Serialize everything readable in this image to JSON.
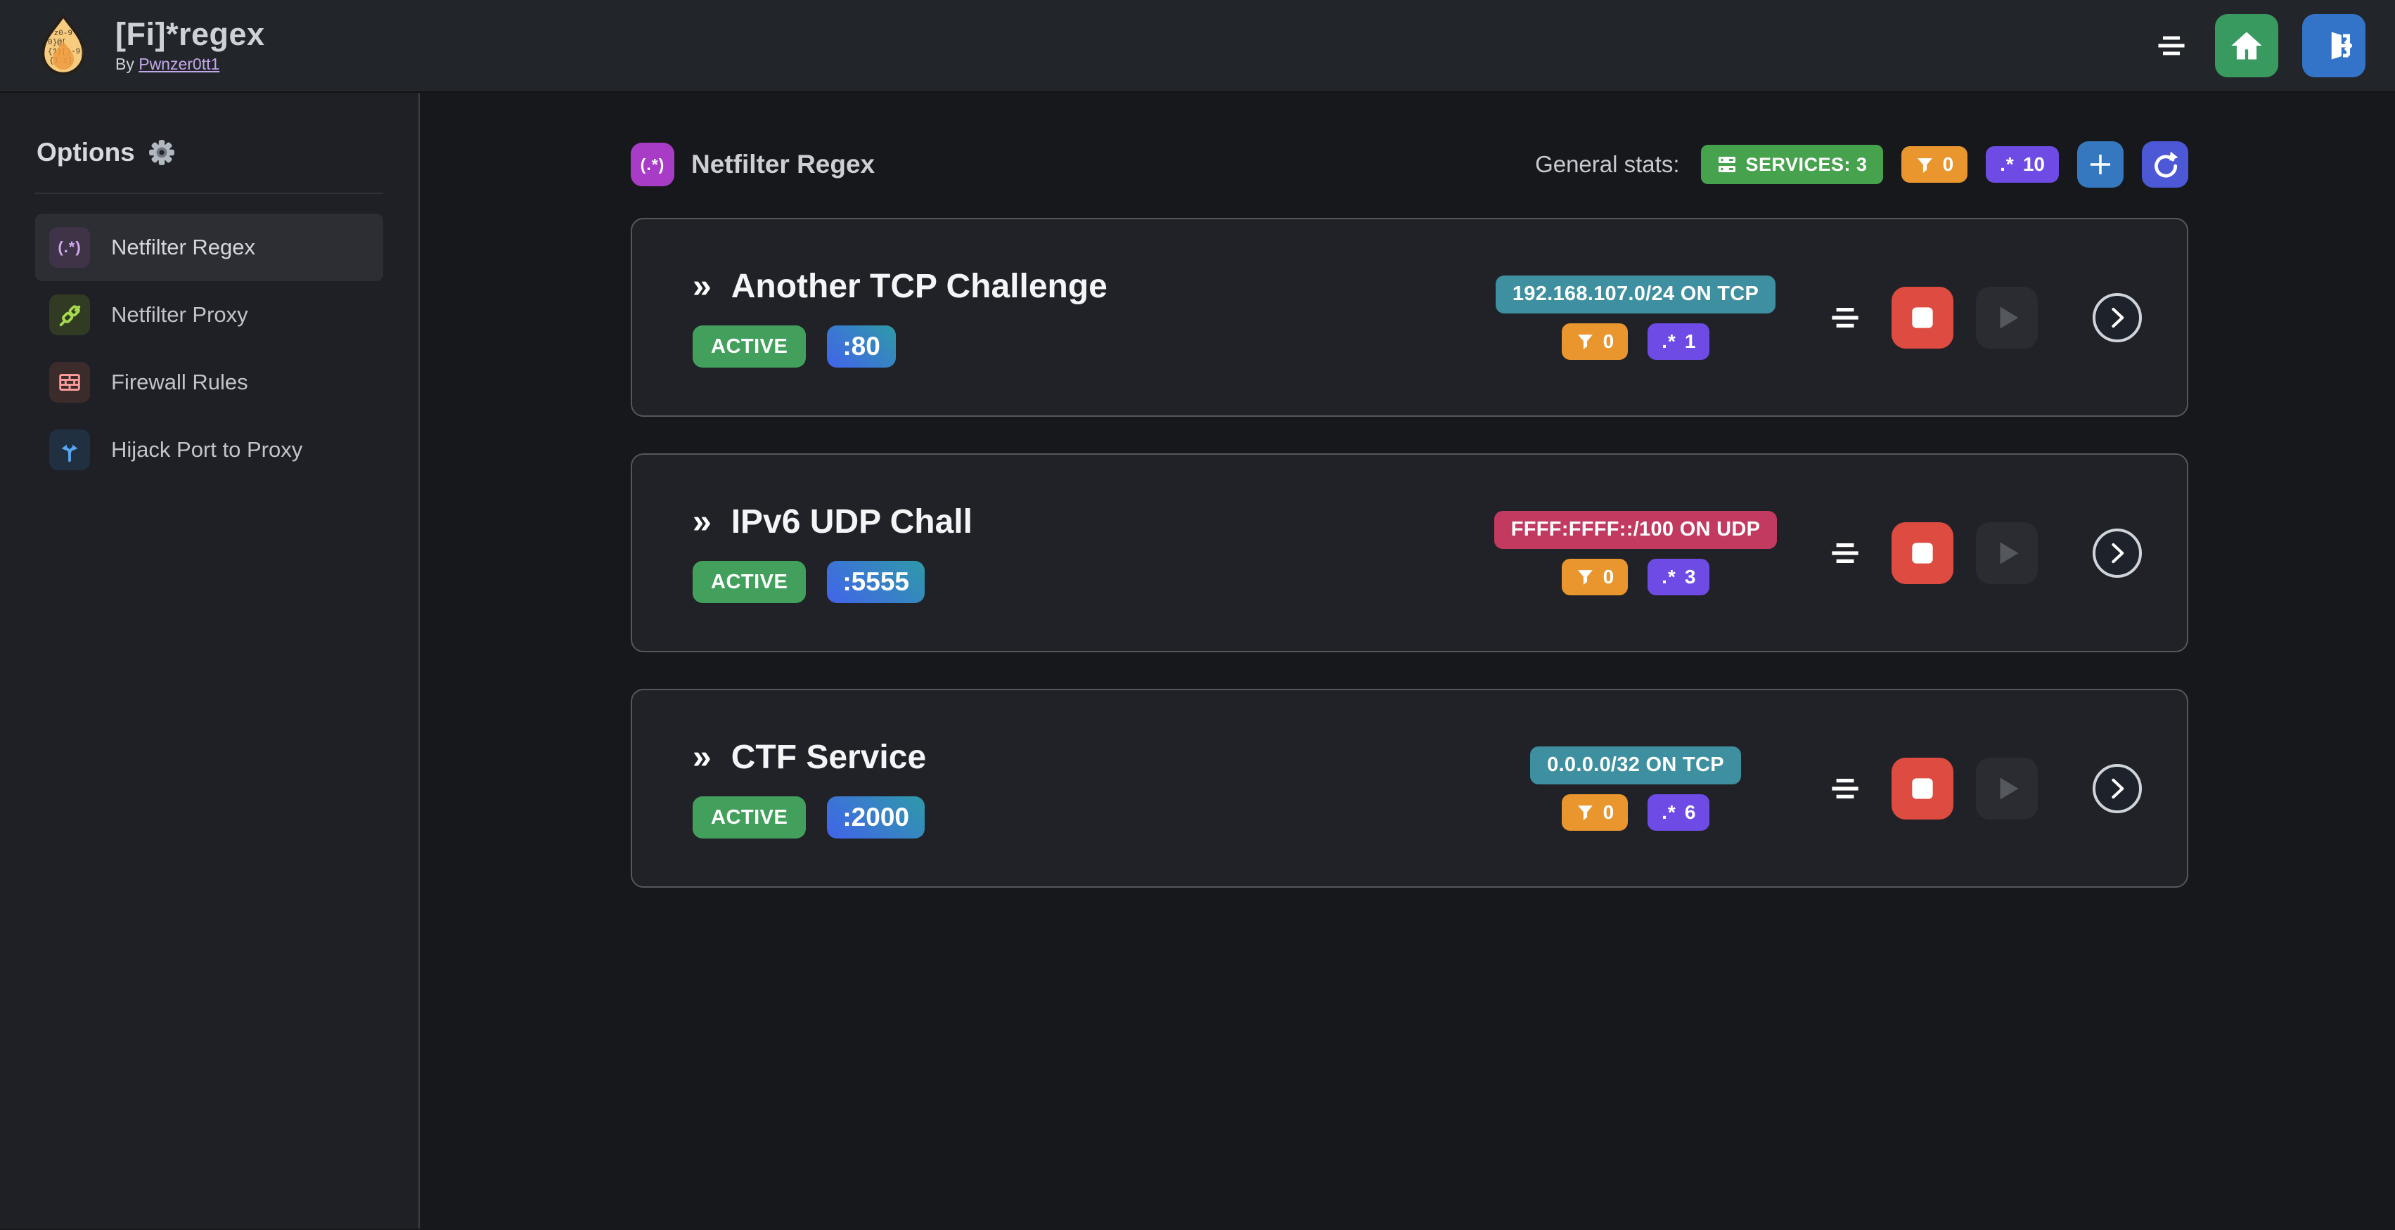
{
  "navbar": {
    "title": "[Fi]*regex",
    "byline_prefix": "By",
    "byline_link": "Pwnzer0tt1"
  },
  "sidebar": {
    "header": "Options",
    "items": [
      {
        "label": "Netfilter Regex"
      },
      {
        "label": "Netfilter Proxy"
      },
      {
        "label": "Firewall Rules"
      },
      {
        "label": "Hijack Port to Proxy"
      }
    ]
  },
  "glyphs": {
    "regex_paren": "(.*)",
    "regex": ".*",
    "chevrons": "»"
  },
  "main": {
    "section_title": "Netfilter Regex",
    "stats_label": "General stats:",
    "services_badge_label": "SERVICES: 3",
    "filter_count": "0",
    "regex_count": "10"
  },
  "services": [
    {
      "name": "Another TCP Challenge",
      "status": "ACTIVE",
      "port": ":80",
      "address": "192.168.107.0/24 ON TCP",
      "address_color": "#3e8fa0",
      "filter_count": "0",
      "regex_count": "1"
    },
    {
      "name": "IPv6 UDP Chall",
      "status": "ACTIVE",
      "port": ":5555",
      "address": "FFFF:FFFF::/100 ON UDP",
      "address_color": "#c23a60",
      "filter_count": "0",
      "regex_count": "3"
    },
    {
      "name": "CTF Service",
      "status": "ACTIVE",
      "port": ":2000",
      "address": "0.0.0.0/32 ON TCP",
      "address_color": "#3e8fa0",
      "filter_count": "0",
      "regex_count": "6"
    }
  ],
  "colors": {
    "accent_purple": "#a83cc7",
    "teal_badge": "#3e8fa0",
    "pink_badge": "#c23a60",
    "orange_badge": "#e8962d",
    "violet_badge": "#6d4be4",
    "services_green": "#47a24e",
    "active_green": "#43a05c",
    "port_gradient_from": "#4263eb",
    "port_gradient_to": "#2e9aa8",
    "stop_red": "#dd4b41",
    "add_blue": "#3578c0",
    "refresh_indigo": "#4c58d6",
    "home_green": "#399a60",
    "logout_blue": "#3474c8"
  }
}
